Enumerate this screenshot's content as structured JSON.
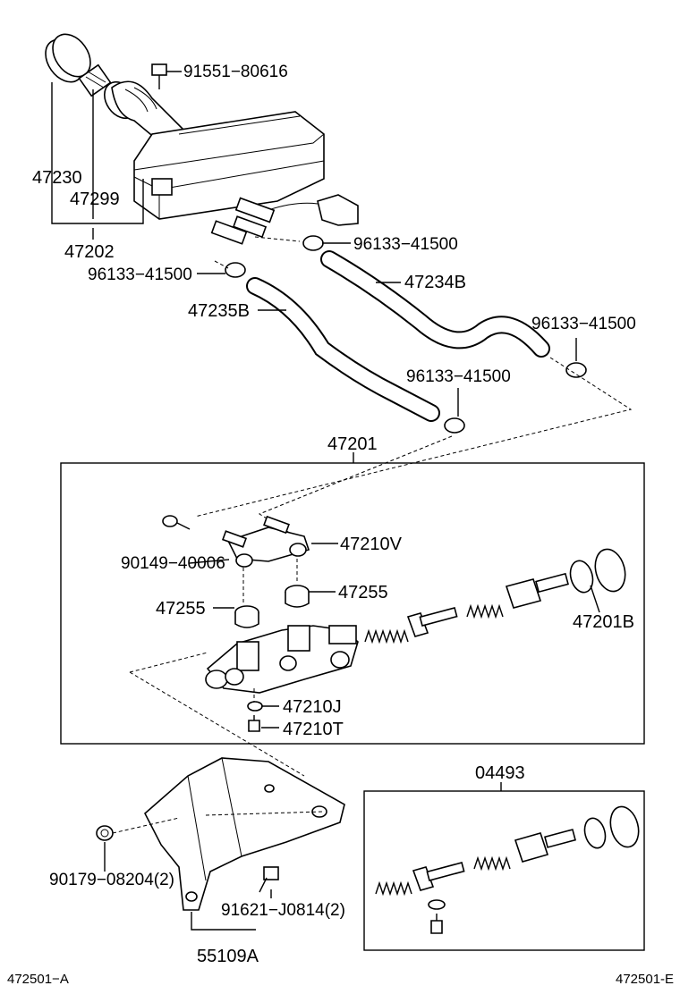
{
  "diagram": {
    "labels": {
      "p91551": "91551−80616",
      "p47230": "47230",
      "p47299": "47299",
      "p47202": "47202",
      "p96133a": "96133−41500",
      "p96133b": "96133−41500",
      "p47234b": "47234B",
      "p47235b": "47235B",
      "p96133c": "96133−41500",
      "p96133d": "96133−41500",
      "p47201": "47201",
      "p90149": "90149−40006",
      "p47210v": "47210V",
      "p47255a": "47255",
      "p47255b": "47255",
      "p47201b": "47201B",
      "p47210j": "47210J",
      "p47210t": "47210T",
      "p04493": "04493",
      "p90179": "90179−08204(2)",
      "p91621": "91621−J0814(2)",
      "p55109a": "55109A",
      "footer_left": "472501−A",
      "footer_right": "472501-E"
    }
  }
}
